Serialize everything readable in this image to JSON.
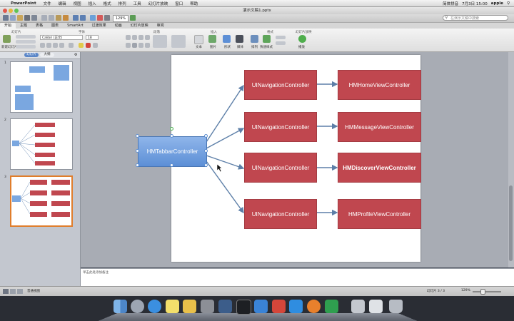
{
  "menubar": {
    "app_name": "PowerPoint",
    "items": [
      "文件",
      "编辑",
      "视图",
      "插入",
      "格式",
      "排列",
      "工具",
      "幻灯片放映",
      "窗口",
      "帮助"
    ],
    "date_time": "7月3日 15:00",
    "user": "apple",
    "input_method": "简体拼音"
  },
  "window": {
    "title": "演示文稿1.pptx"
  },
  "toolbar": {
    "zoom": "129%",
    "search_placeholder": "在演示文稿中搜索"
  },
  "ribbon": {
    "tabs": [
      "开始",
      "主题",
      "表格",
      "图表",
      "SmartArt",
      "过渡效果",
      "动画",
      "幻灯片放映",
      "审阅"
    ],
    "groups": [
      "幻灯片",
      "字体",
      "段落",
      "插入",
      "格式",
      "幻灯片放映"
    ],
    "font_name": "Calibri (正文)",
    "font_size": "18",
    "new_slide_label": "新建幻灯片",
    "buttons": [
      "文本",
      "图片",
      "形状",
      "媒体",
      "排列",
      "快速样式",
      "播放"
    ]
  },
  "left_panel": {
    "tabs": [
      "幻灯片",
      "大纲"
    ],
    "slide_numbers": [
      "1",
      "2",
      "3"
    ]
  },
  "notes": {
    "placeholder": "单击此处添加备注"
  },
  "statusbar": {
    "view_label": "普通视图",
    "slide_info": "幻灯片 3 / 3",
    "zoom": "129%"
  },
  "diagram": {
    "root": "HMTabbarController",
    "nav_controllers": [
      "UINavigationController",
      "UINavigationController",
      "UINavigationController",
      "UINavigationController"
    ],
    "view_controllers": [
      "HMHomeViewController",
      "HMMessageViewController",
      "HMDiscoverViewController",
      "HMProfileViewController"
    ],
    "colors": {
      "red_box": "#c0474f",
      "blue_box": "#6f9fe0",
      "arrow": "#5d7fa8"
    }
  }
}
